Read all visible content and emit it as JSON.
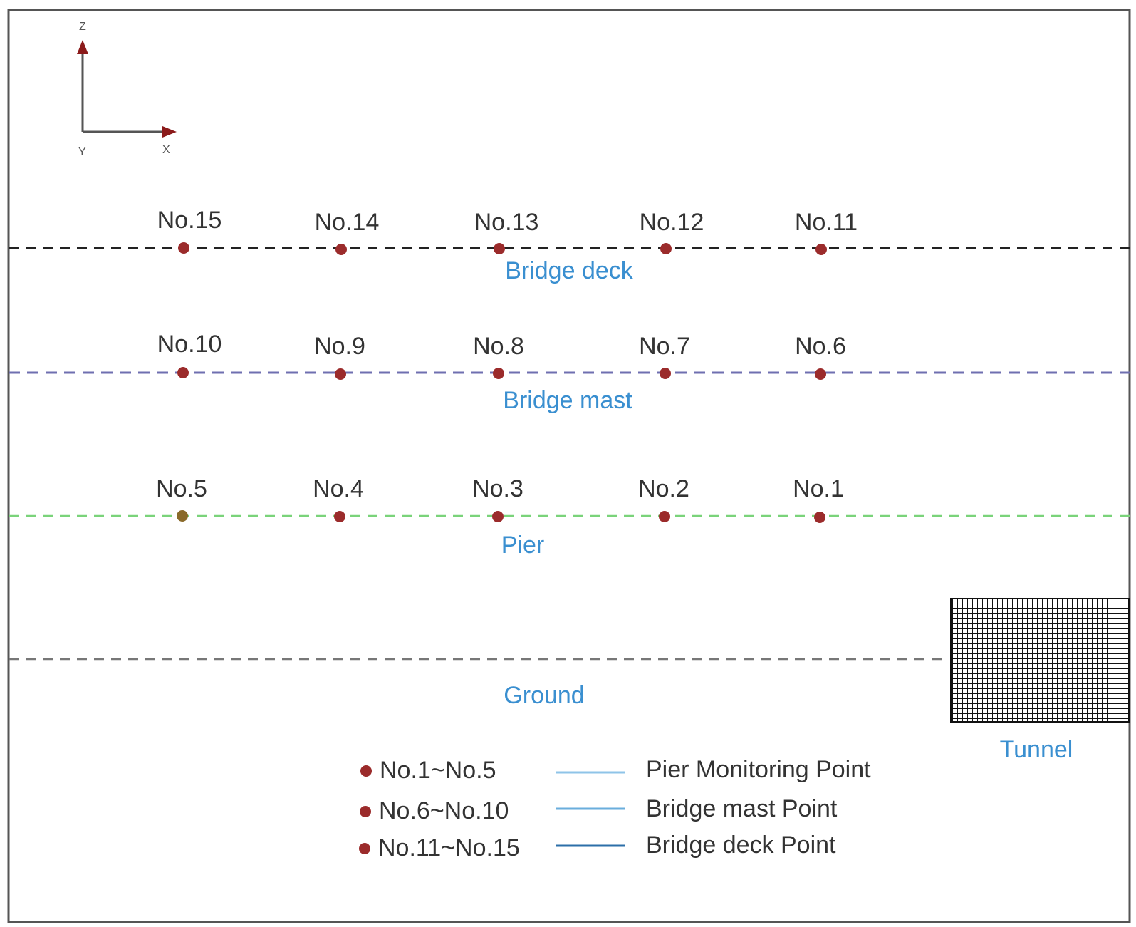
{
  "axes": {
    "z": "Z",
    "y": "Y",
    "x": "X"
  },
  "levels": [
    {
      "id": "deck",
      "zone_label": "Bridge deck",
      "line_color": "#222222",
      "points": [
        "No.15",
        "No.14",
        "No.13",
        "No.12",
        "No.11"
      ]
    },
    {
      "id": "mast",
      "zone_label": "Bridge mast",
      "line_color": "#6f6fb0",
      "points": [
        "No.10",
        "No.9",
        "No.8",
        "No.7",
        "No.6"
      ]
    },
    {
      "id": "pier",
      "zone_label": "Pier",
      "line_color": "#7ad37a",
      "points": [
        "No.5",
        "No.4",
        "No.3",
        "No.2",
        "No.1"
      ]
    }
  ],
  "ground": {
    "label": "Ground",
    "line_color": "#777777"
  },
  "tunnel": {
    "label": "Tunnel"
  },
  "legend": [
    {
      "range": "No.1~No.5",
      "description": "Pier Monitoring Point",
      "line_color": "#8fc4e8"
    },
    {
      "range": "No.6~No.10",
      "description": "Bridge mast Point",
      "line_color": "#6aaedc"
    },
    {
      "range": "No.11~No.15",
      "description": "Bridge deck Point",
      "line_color": "#2c6fa8"
    }
  ],
  "colors": {
    "point_fill": "#9b2b2b",
    "point_fill_special": "#8a6a2a",
    "zone_text": "#3a8fd0",
    "axis_arrow": "#8b1a1a"
  }
}
